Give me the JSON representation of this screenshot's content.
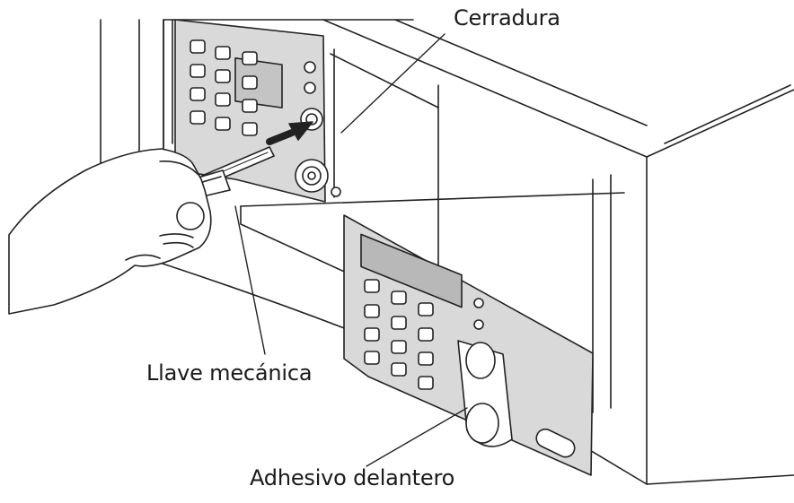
{
  "labels": {
    "lock": "Cerradura",
    "key": "Llave mecánica",
    "sticker": "Adhesivo delantero"
  },
  "colors": {
    "line": "#222222",
    "panel": "#d9d9d9",
    "panel_dark": "#b8b8b8",
    "arrow": "#222222"
  }
}
